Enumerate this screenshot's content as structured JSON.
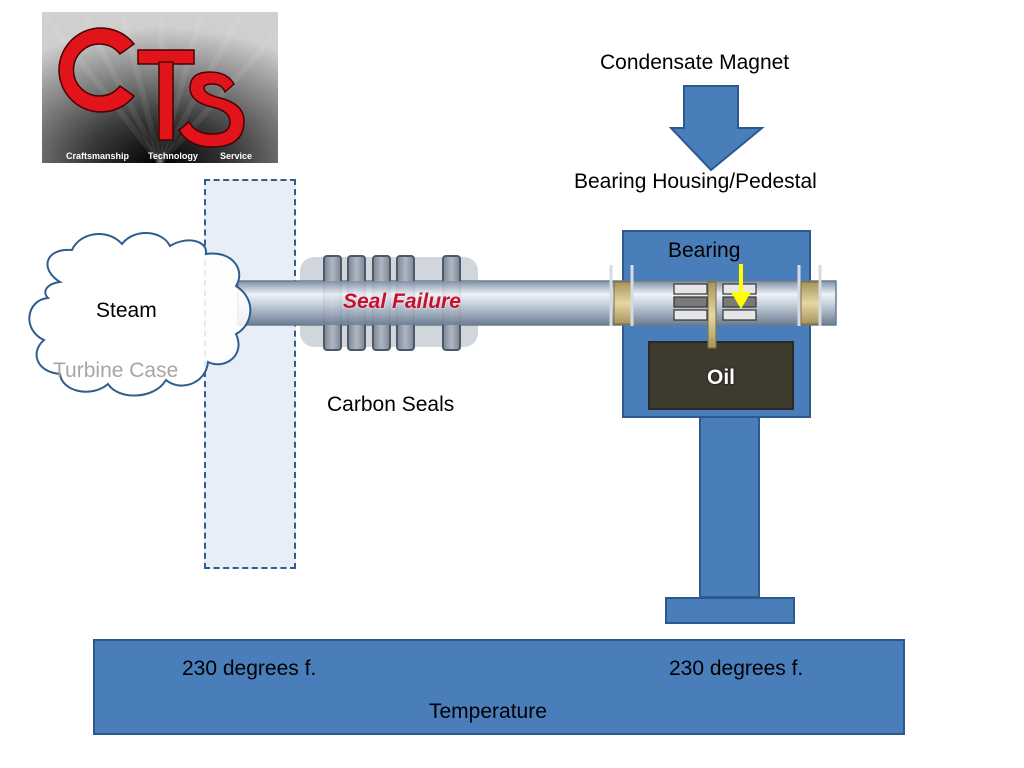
{
  "logo": {
    "letters": "CTS",
    "tagline_words": [
      "Craftsmanship",
      "Technology",
      "Service"
    ]
  },
  "labels": {
    "condensate_magnet": "Condensate Magnet",
    "bearing_housing": "Bearing Housing/Pedestal",
    "bearing": "Bearing",
    "steam": "Steam",
    "turbine_case": "Turbine Case",
    "seal_failure": "Seal Failure",
    "carbon_seals": "Carbon Seals",
    "oil": "Oil",
    "temp_left": "230 degrees f.",
    "temp_right": "230 degrees f.",
    "temperature": "Temperature"
  },
  "colors": {
    "housing_blue": "#4a7ebb",
    "oil_dark": "#3f3a2e",
    "seal_failure_red": "#c8102e",
    "arrow_red": "#c00000",
    "bearing_arrow_yellow": "#ffff00",
    "logo_red": "#e2141b"
  },
  "icons": {
    "temp_left": "arrow-up-icon",
    "temp_right": "arrow-down-icon",
    "magnet": "arrow-down-icon"
  }
}
